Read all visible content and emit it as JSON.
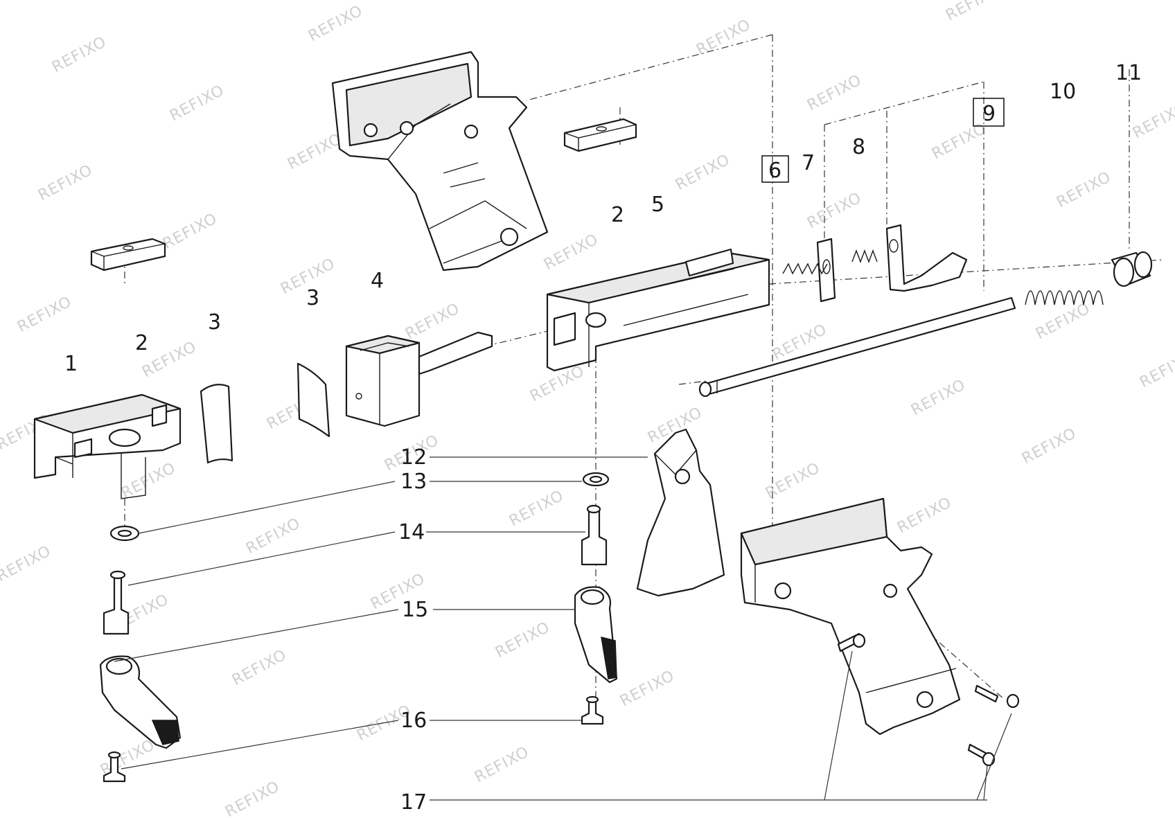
{
  "watermark": "REFIXO",
  "part_numbers": {
    "p1": "1",
    "p2a": "2",
    "p2b": "2",
    "p3a": "3",
    "p3b": "3",
    "p4": "4",
    "p5": "5",
    "p6": "6",
    "p7": "7",
    "p8": "8",
    "p9": "9",
    "p10": "10",
    "p11": "11",
    "p12": "12",
    "p13": "13",
    "p14": "14",
    "p15": "15",
    "p16": "16",
    "p17": "17"
  },
  "boxed_labels": [
    "6",
    "9"
  ]
}
